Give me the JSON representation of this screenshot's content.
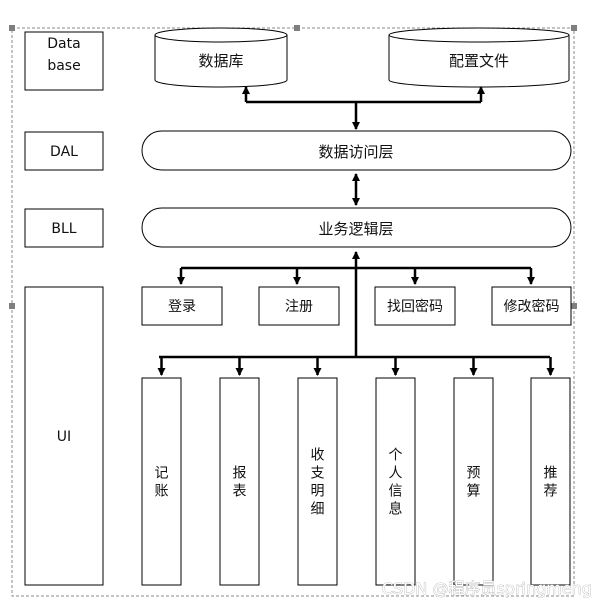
{
  "layers": {
    "database": "Data base",
    "dal": "DAL",
    "bll": "BLL",
    "ui": "UI"
  },
  "storage": {
    "database": "数据库",
    "config": "配置文件"
  },
  "dal_label": "数据访问层",
  "bll_label": "业务逻辑层",
  "auth_modules": [
    "登录",
    "注册",
    "找回密码",
    "修改密码"
  ],
  "feature_modules": [
    "记账",
    "报表",
    "收支明细",
    "个人信息",
    "预算",
    "推荐"
  ],
  "watermark": "CSDN @程序员springmeng"
}
